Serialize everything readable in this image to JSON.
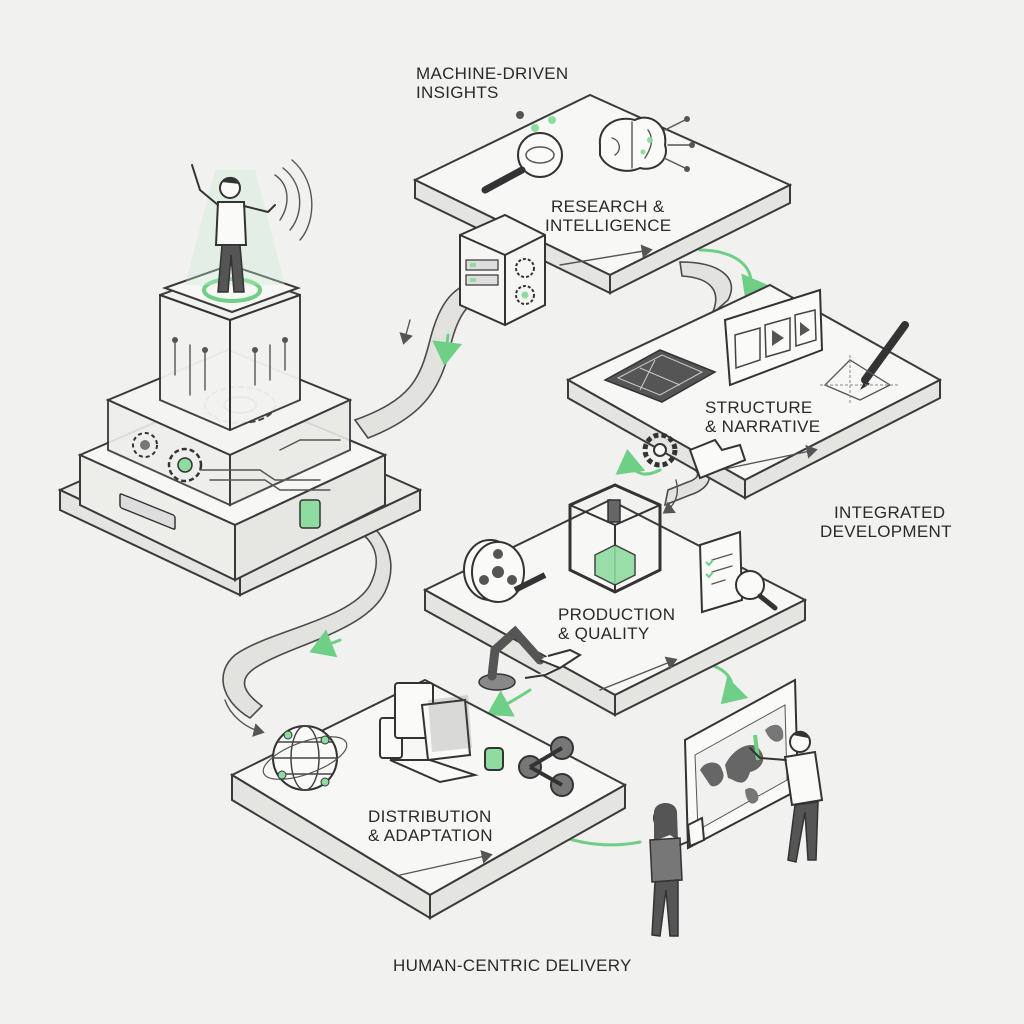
{
  "labels": {
    "machine_driven": [
      "MACHINE-DRIVEN",
      "INSIGHTS"
    ],
    "research": [
      "RESEARCH &",
      "INTELLIGENCE"
    ],
    "structure": [
      "STRUCTURE",
      "& NARRATIVE"
    ],
    "integrated": [
      "INTEGRATED",
      "DEVELOPMENT"
    ],
    "production": [
      "PRODUCTION",
      "& QUALITY"
    ],
    "distribution": [
      "DISTRIBUTION",
      "& ADAPTATION"
    ],
    "human_centric": "HUMAN-CENTRIC DELIVERY"
  },
  "colors": {
    "accent_green": "#8fdca0",
    "line": "#333333",
    "platform": "#f7f7f5",
    "background": "#f1f1ef"
  }
}
